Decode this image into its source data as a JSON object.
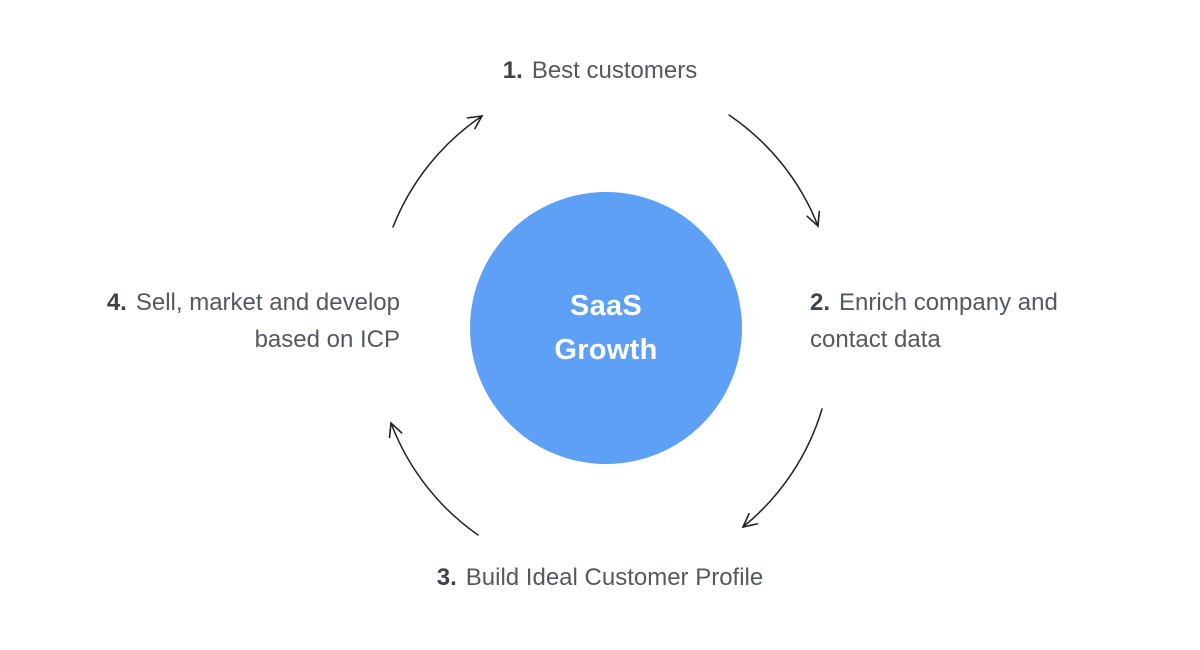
{
  "center": {
    "line1": "SaaS",
    "line2": "Growth"
  },
  "steps": [
    {
      "number": "1.",
      "lines": [
        "Best customers"
      ]
    },
    {
      "number": "2.",
      "lines": [
        "Enrich company and",
        "contact data"
      ]
    },
    {
      "number": "3.",
      "lines": [
        "Build Ideal Customer Profile"
      ]
    },
    {
      "number": "4.",
      "lines": [
        "Sell, market and develop",
        "based on ICP"
      ]
    }
  ],
  "colors": {
    "background": "#FFFFFF",
    "circle_fill": "#5FA0F7",
    "circle_text": "#FFFFFF",
    "step_number": "#3E4348",
    "step_label": "#54595F",
    "arrow_stroke": "#222222"
  }
}
